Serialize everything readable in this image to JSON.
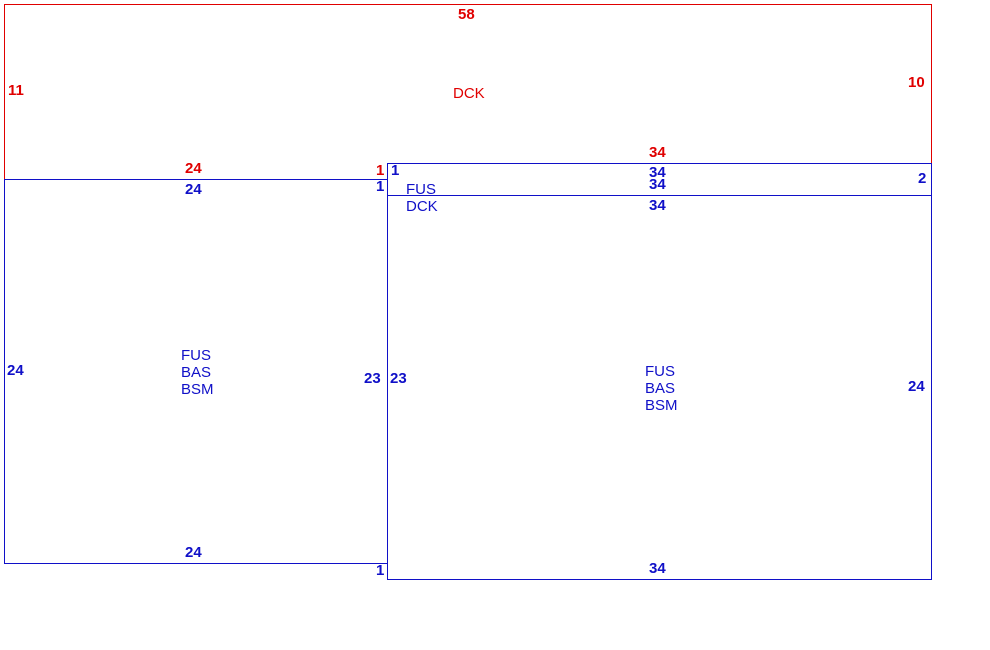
{
  "colors": {
    "deck": "#e00000",
    "room": "#1010c8"
  },
  "deck": {
    "name": "DCK",
    "top": "58",
    "left": "11",
    "right": "10",
    "bottom_left": "24",
    "bottom_right": "34",
    "corner": "1"
  },
  "left_room": {
    "top": "24",
    "left": "24",
    "right": "23",
    "bottom": "24",
    "corner_top": "1",
    "line1": "FUS",
    "line2": "BAS",
    "line3": "BSM"
  },
  "strip": {
    "top": "34",
    "bottom": "34",
    "left": "1",
    "right": "2",
    "line1": "FUS",
    "line2": "DCK"
  },
  "right_room": {
    "top": "34",
    "left": "23",
    "right": "24",
    "bottom": "34",
    "corner_bottom": "1",
    "line1": "FUS",
    "line2": "BAS",
    "line3": "BSM"
  }
}
